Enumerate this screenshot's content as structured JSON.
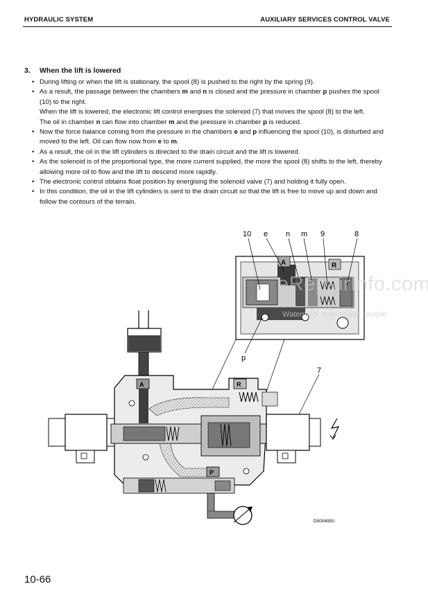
{
  "header": {
    "left": "HYDRAULIC SYSTEM",
    "right": "AUXILIARY SERVICES CONTROL VALVE"
  },
  "section": {
    "number": "3.",
    "title": "When the lift is lowered"
  },
  "bullets": [
    {
      "text": "During lifting or when the lift is stationary, the spool (8) is pushed to the right by the spring (9)."
    },
    {
      "p1": "As a result, the passage between the chambers ",
      "b1": "m",
      "p2": " and ",
      "b2": "n",
      "p3": " is closed and the pressure in chamber ",
      "b3": "p",
      "p4": " pushes the spool (10) to the right.",
      "c1": "When the lift is lowered, the electronic lift control energises the solenoid (7) that moves the spool (8) to the left.",
      "c2a": "The oil in chamber ",
      "c2b": "n",
      "c2c": " can flow into chamber ",
      "c2d": "m",
      "c2e": " and the pressure in chamber ",
      "c2f": "p",
      "c2g": " is reduced."
    },
    {
      "p1": "Now the force balance coming from the pressure in the chambers ",
      "b1": "e",
      "p2": " and ",
      "b2": "p",
      "p3": " influencing the spool (10), is disturbed and moved to the left. Oil can flow now from ",
      "b3": "e",
      "p4": " to ",
      "b4": "m",
      "p5": "."
    },
    {
      "text": "As a result, the oil in the lift cylinders is directed to the drain circuit and the lift is lowered."
    },
    {
      "text": "As the solenoid is of the proportional type, the more current supplied, the more the spool (8) shifts to the left, thereby allowing more oil to flow and the lift to descend more rapidly."
    },
    {
      "text": "The electronic control obtains float position by energising the solenoid valve (7) and holding it fully open."
    },
    {
      "text": "In this condition, the oil in the lift cylinders is sent to the drain circuit so that the lift is free to move up and down and follow the contours of the terrain."
    }
  ],
  "diagram": {
    "callouts": {
      "c10": "10",
      "ce": "e",
      "cn": "n",
      "cm": "m",
      "c9": "9",
      "c8": "8",
      "cp": "p",
      "c7": "7"
    },
    "port_labels": {
      "a_inset": "A",
      "r_inset": "R",
      "a_main": "A",
      "r_main": "R",
      "p_main": "P"
    },
    "code": "D0004950"
  },
  "watermark": {
    "line1": "eRepairInfo.com",
    "line2": "Watermark only on this sample"
  },
  "page_number": "10-66"
}
